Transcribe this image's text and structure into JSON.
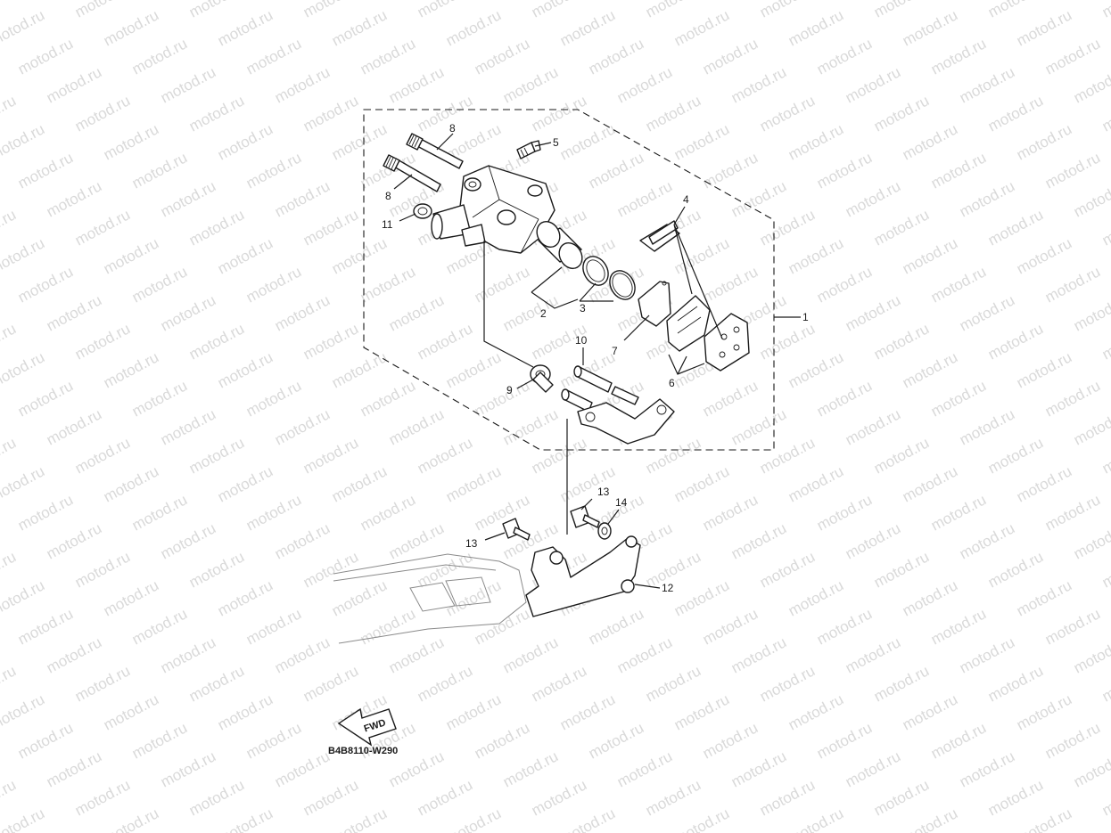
{
  "watermark": "motod.ru",
  "diagram_code": "B4B8110-W290",
  "fwd_label": "FWD",
  "callouts": [
    {
      "id": "c1",
      "label": "1"
    },
    {
      "id": "c2",
      "label": "2"
    },
    {
      "id": "c3",
      "label": "3"
    },
    {
      "id": "c4",
      "label": "4"
    },
    {
      "id": "c5",
      "label": "5"
    },
    {
      "id": "c6",
      "label": "6"
    },
    {
      "id": "c7",
      "label": "7"
    },
    {
      "id": "c8a",
      "label": "8"
    },
    {
      "id": "c8b",
      "label": "8"
    },
    {
      "id": "c9",
      "label": "9"
    },
    {
      "id": "c10",
      "label": "10"
    },
    {
      "id": "c11",
      "label": "11"
    },
    {
      "id": "c12",
      "label": "12"
    },
    {
      "id": "c13a",
      "label": "13"
    },
    {
      "id": "c13b",
      "label": "13"
    },
    {
      "id": "c14",
      "label": "14"
    }
  ]
}
